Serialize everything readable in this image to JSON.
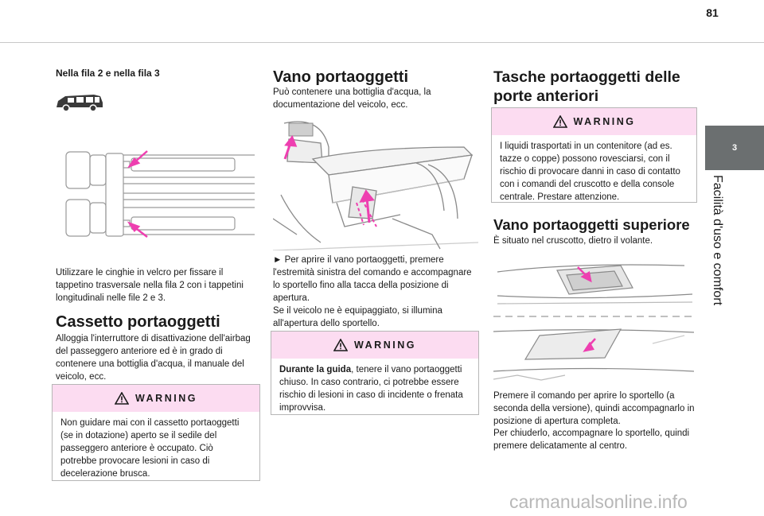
{
  "page_number": "81",
  "side_tab": {
    "chapter": "3",
    "title": "Facilità d'uso e comfort"
  },
  "col1": {
    "subheading": "Nella fila 2 e nella fila 3",
    "para1": "Utilizzare le cinghie in velcro per fissare il tappetino trasversale nella fila 2 con i tappetini longitudinali nelle file 2 e 3.",
    "heading": "Cassetto portaoggetti",
    "para2": "Alloggia l'interruttore di disattivazione dell'airbag del passeggero anteriore ed è in grado di contenere una bottiglia d'acqua, il manuale del veicolo, ecc.",
    "warning_title": "WARNING",
    "warning_text": "Non guidare mai con il cassetto portaoggetti (se in dotazione) aperto se il sedile del passeggero anteriore è occupato. Ciò potrebbe provocare lesioni in caso di decelerazione brusca."
  },
  "col2": {
    "heading": "Vano portaoggetti",
    "intro": "Può contenere una bottiglia d'acqua, la documentazione del veicolo, ecc.",
    "step1": "► Per aprire il vano portaoggetti, premere l'estremità sinistra del comando e accompagnare lo sportello fino alla tacca della posizione di apertura.",
    "step2": "Se il veicolo ne è equipaggiato, si illumina all'apertura dello sportello.",
    "warning_title": "WARNING",
    "warning_bold": "Durante la guida",
    "warning_text": ", tenere il vano portaoggetti chiuso. In caso contrario, ci potrebbe essere rischio di lesioni in caso di incidente o frenata improvvisa."
  },
  "col3": {
    "heading": "Tasche portaoggetti delle porte anteriori",
    "warning_title": "WARNING",
    "warning_text": "I liquidi trasportati in un contenitore (ad es. tazze o coppe) possono rovesciarsi, con il rischio di provocare danni in caso di contatto con i comandi del cruscotto e della console centrale. Prestare attenzione.",
    "heading2": "Vano portaoggetti superiore",
    "intro": "È situato nel cruscotto, dietro il volante.",
    "para1": "Premere il comando per aprire lo sportello (a seconda della versione), quindi accompagnarlo in posizione di apertura completa.",
    "para2": "Per chiuderlo, accompagnare lo sportello, quindi premere delicatamente al centro."
  },
  "watermark": "carmanualsonline.info"
}
